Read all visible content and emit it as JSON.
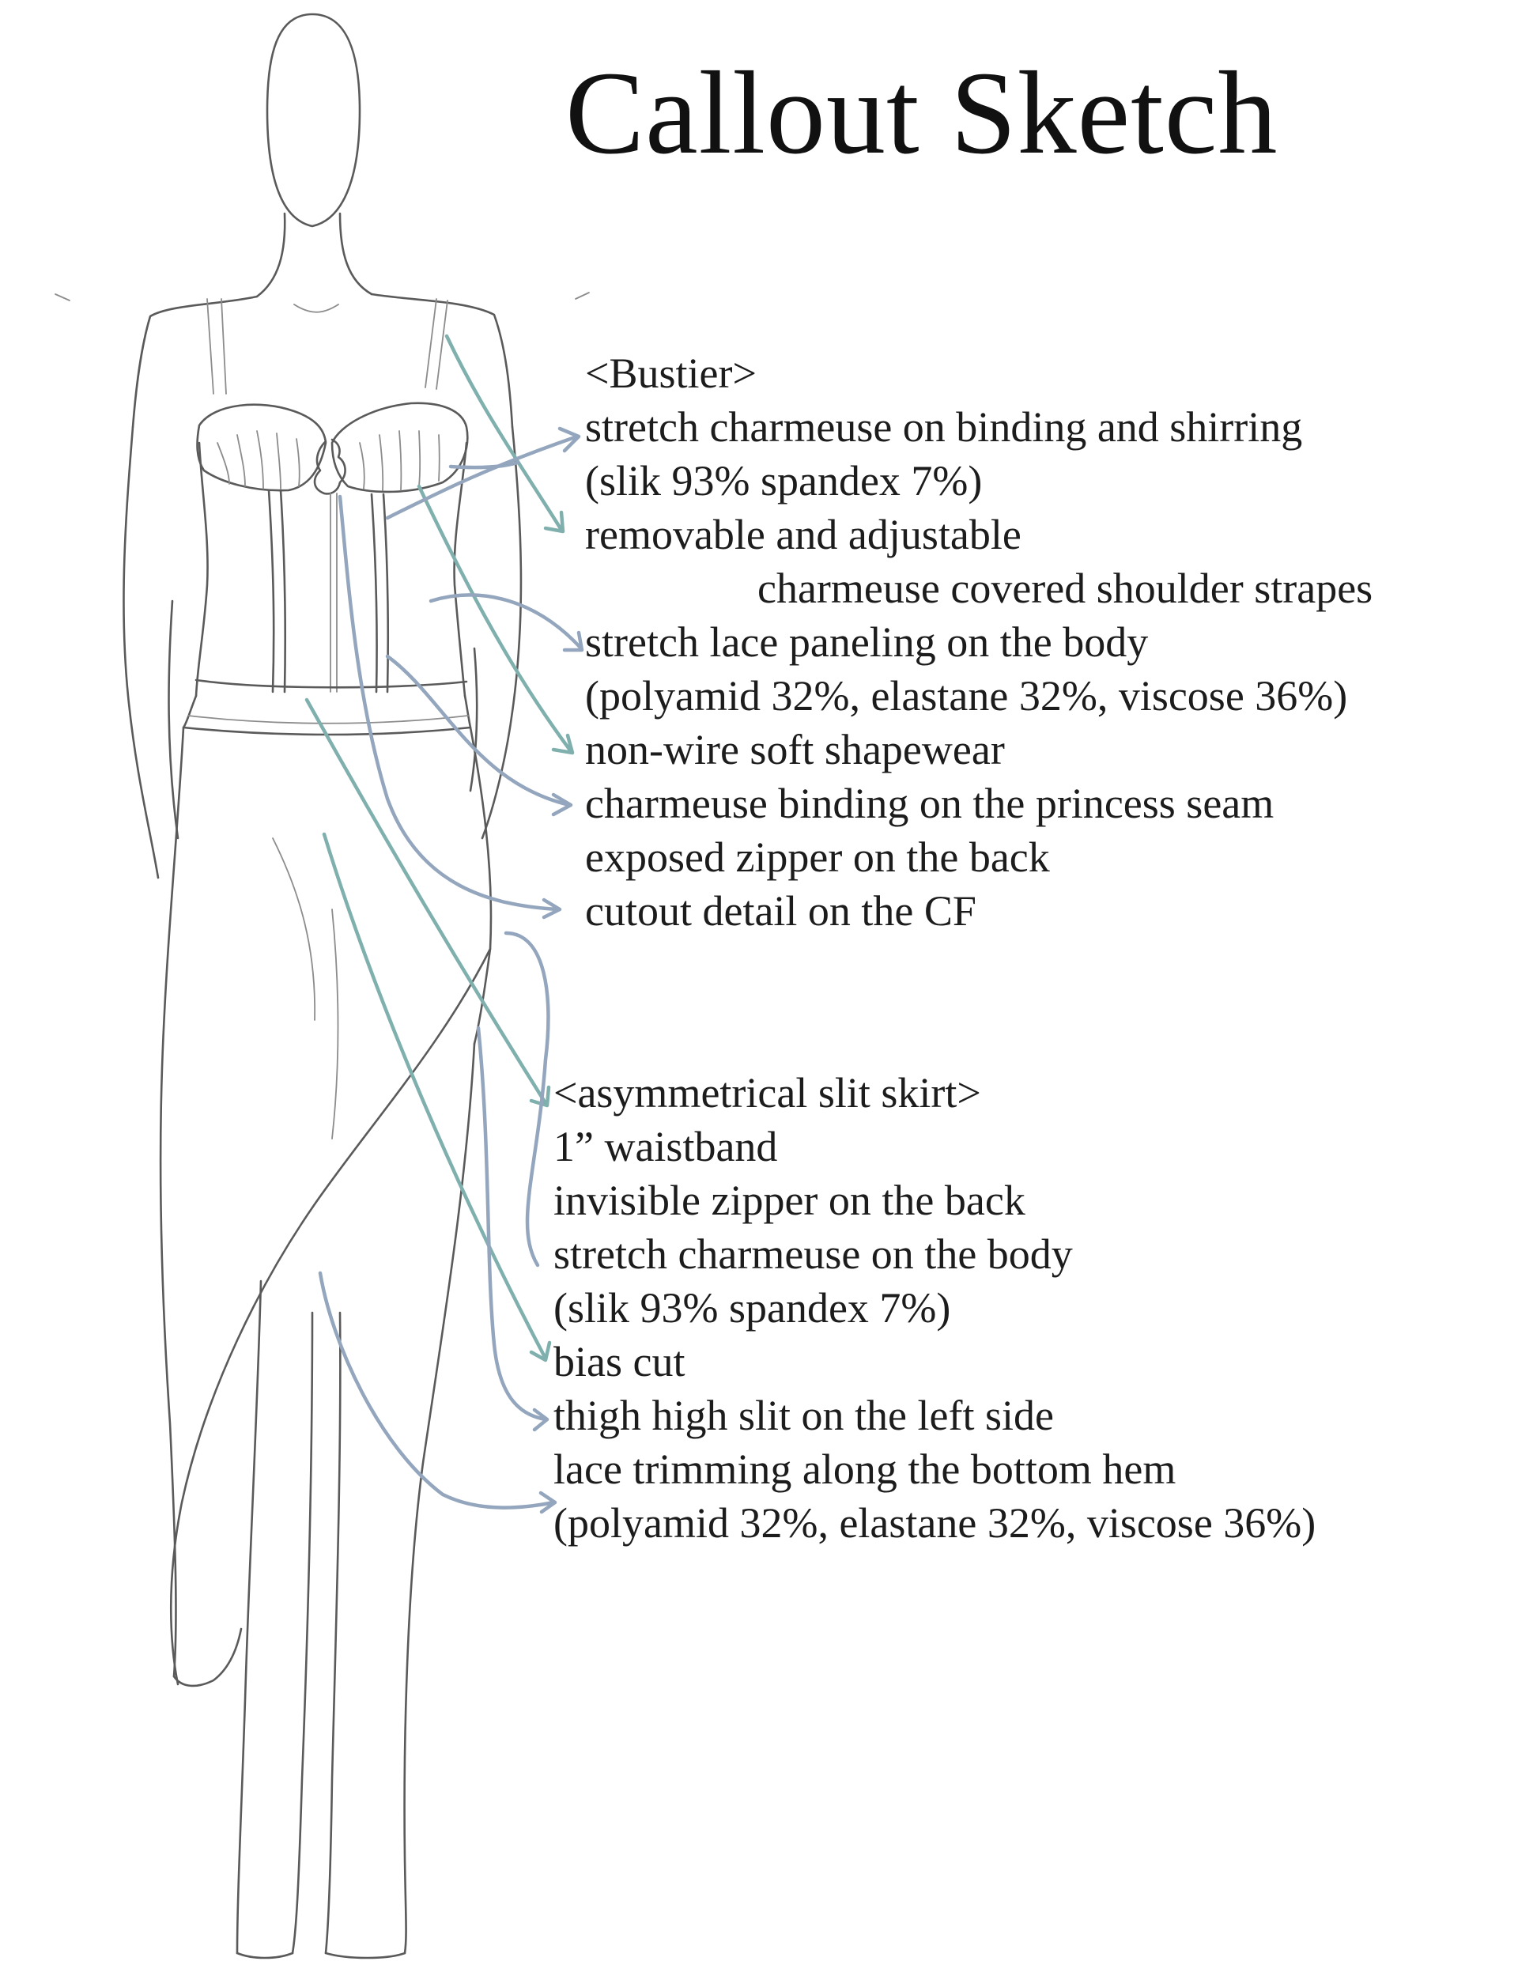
{
  "title": "Callout Sketch",
  "colors": {
    "arrow_teal": "#7fb0ad",
    "arrow_slate": "#93a6bd",
    "sketch_line": "#5a5a5a"
  },
  "bustier": {
    "heading": "<Bustier>",
    "lines": [
      "stretch charmeuse on binding and shirring",
      "(slik 93% spandex 7%)",
      "removable and adjustable",
      "charmeuse covered shoulder strapes",
      "stretch lace paneling on the body",
      "(polyamid 32%, elastane 32%, viscose 36%)",
      "non-wire soft shapewear",
      "charmeuse binding on the princess seam",
      "exposed zipper on the back",
      "cutout detail on the CF"
    ]
  },
  "skirt": {
    "heading": "<asymmetrical slit skirt>",
    "lines": [
      "1” waistband",
      "invisible zipper on the back",
      "stretch charmeuse on the body",
      "(slik 93% spandex 7%)",
      "bias cut",
      "thigh high slit on the left side",
      "lace trimming along the bottom hem",
      "(polyamid 32%, elastane 32%, viscose 36%)"
    ]
  }
}
